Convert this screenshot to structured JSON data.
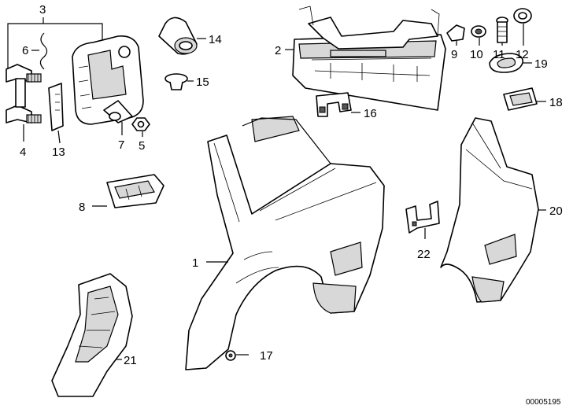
{
  "diagram": {
    "reference_number": "00005195",
    "callouts": [
      {
        "id": "1",
        "text": "1"
      },
      {
        "id": "2",
        "text": "2"
      },
      {
        "id": "3",
        "text": "3"
      },
      {
        "id": "4",
        "text": "4"
      },
      {
        "id": "5",
        "text": "5"
      },
      {
        "id": "6",
        "text": "6"
      },
      {
        "id": "7",
        "text": "7"
      },
      {
        "id": "8",
        "text": "8"
      },
      {
        "id": "9",
        "text": "9"
      },
      {
        "id": "10",
        "text": "10"
      },
      {
        "id": "11",
        "text": "11"
      },
      {
        "id": "12",
        "text": "12"
      },
      {
        "id": "13",
        "text": "13"
      },
      {
        "id": "14",
        "text": "14"
      },
      {
        "id": "15",
        "text": "15"
      },
      {
        "id": "16",
        "text": "16"
      },
      {
        "id": "17",
        "text": "17"
      },
      {
        "id": "18",
        "text": "18"
      },
      {
        "id": "19",
        "text": "19"
      },
      {
        "id": "20",
        "text": "20"
      },
      {
        "id": "21",
        "text": "21"
      },
      {
        "id": "22",
        "text": "22"
      }
    ]
  }
}
